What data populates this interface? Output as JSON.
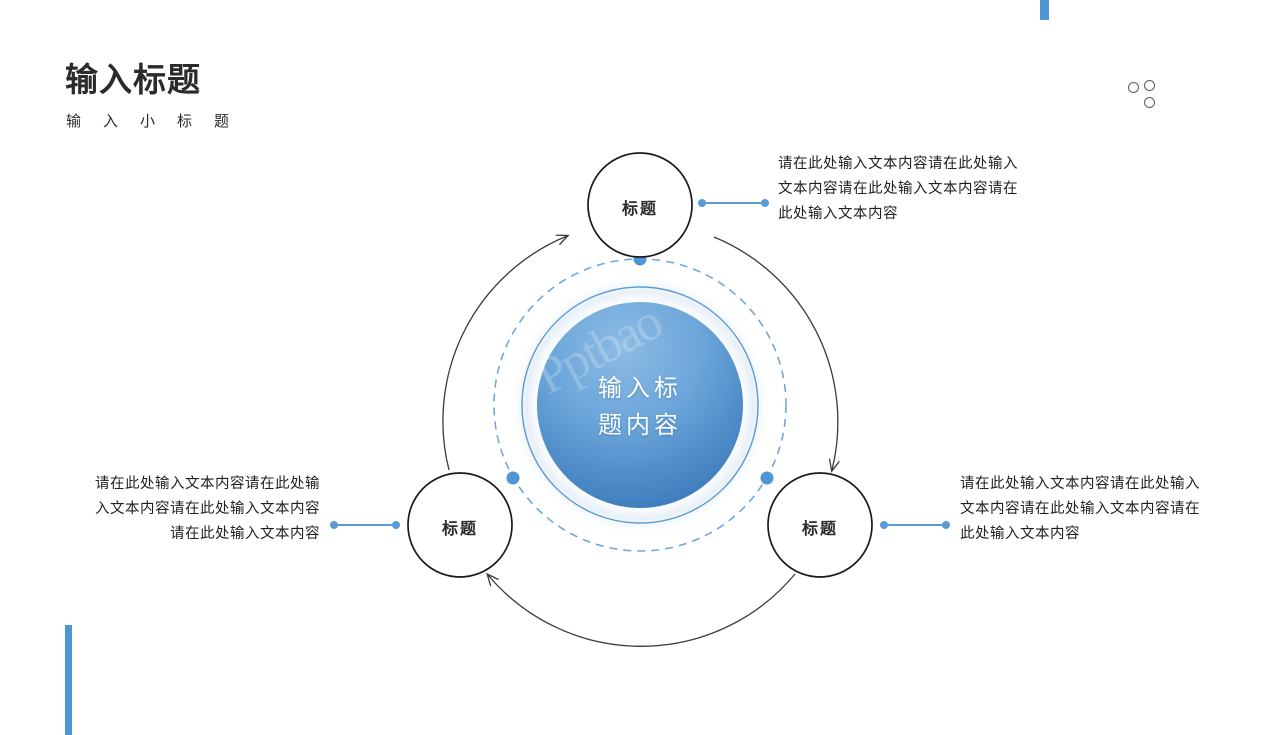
{
  "header": {
    "title": "输入标题",
    "subtitle": "输入小标题"
  },
  "ornaments": {
    "bar_top_color": "#4e97d4",
    "bar_bottom_color": "#4e97d4",
    "dot_circle_count": 3
  },
  "center": {
    "label_line1": "输入标",
    "label_line2": "题内容",
    "gradient_top": "#7cb0dd",
    "gradient_bottom": "#3c7fc0",
    "ring_color": "#5a9bd5",
    "dashed_ring_color": "#6fa8dc",
    "watermark": "Pptbao"
  },
  "nodes": [
    {
      "id": "top",
      "label": "标题"
    },
    {
      "id": "left",
      "label": "标题"
    },
    {
      "id": "right",
      "label": "标题"
    }
  ],
  "texts": {
    "top": "请在此处输入文本内容请在此处输入文本内容请在此处输入文本内容请在此处输入文本内容",
    "left": "请在此处输入文本内容请在此处输入文本内容请在此处输入文本内容请在此处输入文本内容",
    "right": "请在此处输入文本内容请在此处输入文本内容请在此处输入文本内容请在此处输入文本内容"
  },
  "colors": {
    "accent": "#4e97d4",
    "connector": "#5b9bd5",
    "outline": "#1a1a1a",
    "text": "#1f1f1f"
  }
}
